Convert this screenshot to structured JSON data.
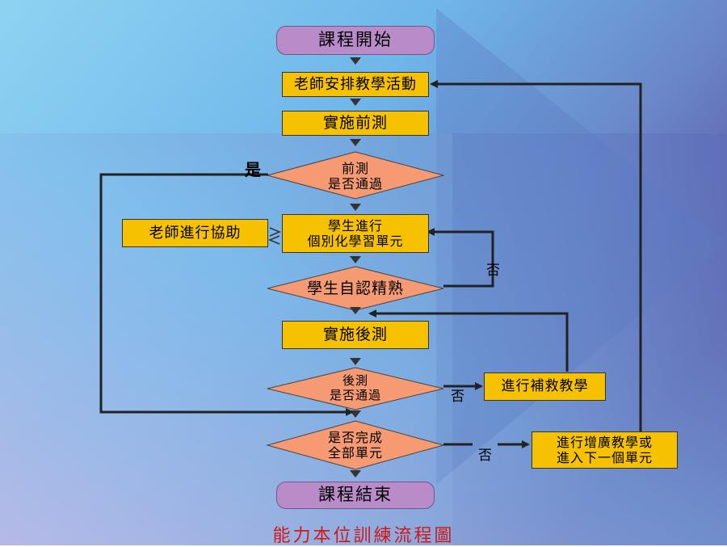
{
  "caption": "能力本位訓練流程圖",
  "nodes": {
    "start": "課程開始",
    "arrange": "老師安排教學活動",
    "pretest": "實施前測",
    "pretest_pass_1": "前測",
    "pretest_pass_2": "是否通過",
    "individual_1": "學生進行",
    "individual_2": "個別化學習單元",
    "teacher_help": "老師進行協助",
    "self_mastery": "學生自認精熟",
    "posttest": "實施後測",
    "posttest_pass_1": "後測",
    "posttest_pass_2": "是否通過",
    "remedial": "進行補救教學",
    "complete_1": "是否完成",
    "complete_2": "全部單元",
    "enrich_1": "進行增廣教學或",
    "enrich_2": "進入下一個單元",
    "end": "課程結束"
  },
  "labels": {
    "yes": "是",
    "no_mastery": "否",
    "no_posttest": "否",
    "no_complete": "否"
  },
  "colors": {
    "terminal": "#b98bc9",
    "process": "#f6c200",
    "decision": "#f59a72",
    "caption": "#d01818"
  }
}
